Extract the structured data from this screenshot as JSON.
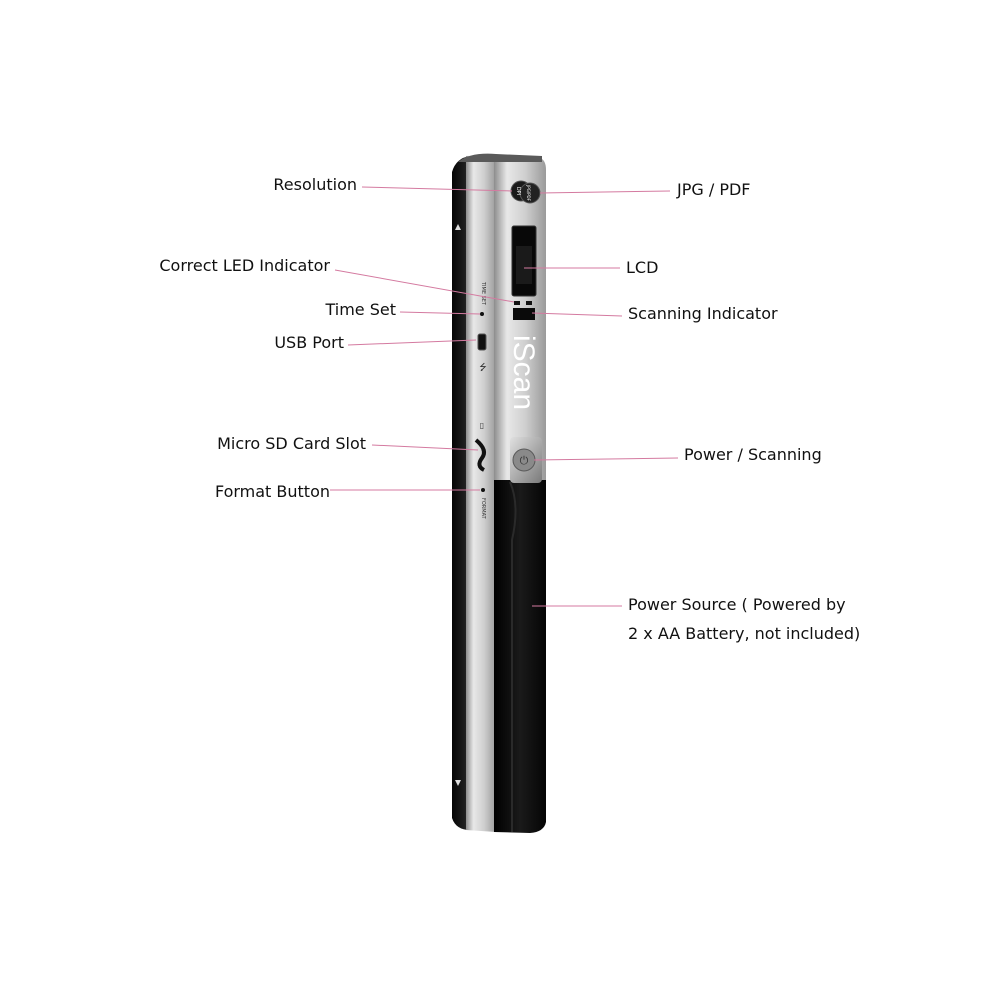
{
  "device": {
    "brand": "iScan",
    "body_color": "#0a0a0a",
    "silver_color": "#c9c9c9",
    "leader_color": "#d47aa0",
    "button_labels": [
      "DPI",
      "JPG/PDF"
    ],
    "side_labels": {
      "time_set": "TIME SET",
      "format": "FORMAT"
    }
  },
  "callouts": {
    "resolution": "Resolution",
    "correct_led": "Correct LED Indicator",
    "time_set": "Time Set",
    "usb_port": "USB Port",
    "micro_sd": "Micro SD Card Slot",
    "format_button": "Format Button",
    "jpg_pdf": "JPG / PDF",
    "lcd": "LCD",
    "scanning_indicator": "Scanning Indicator",
    "power_scanning": "Power / Scanning",
    "power_source_line1": "Power Source ( Powered by",
    "power_source_line2": "2 x AA Battery, not included)"
  }
}
